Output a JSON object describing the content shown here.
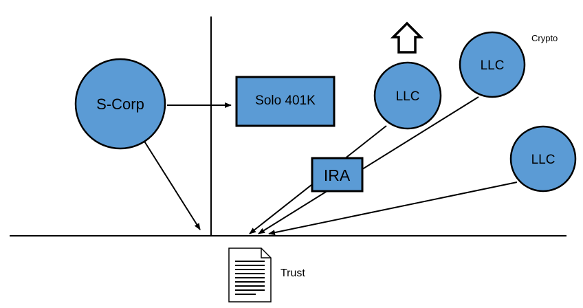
{
  "nodes": {
    "scorp": {
      "label": "S-Corp"
    },
    "solo401k": {
      "label": "Solo 401K"
    },
    "ira": {
      "label": "IRA"
    },
    "llc_center": {
      "label": "LLC"
    },
    "llc_crypto": {
      "label": "LLC"
    },
    "llc_right": {
      "label": "LLC"
    },
    "crypto_caption": {
      "label": "Crypto"
    },
    "trust": {
      "label": "Trust"
    }
  },
  "colors": {
    "fill": "#5B9BD5",
    "stroke": "#000000",
    "background": "#FFFFFF"
  },
  "icons": {
    "house": "house-icon",
    "trust_document": "document-icon"
  }
}
